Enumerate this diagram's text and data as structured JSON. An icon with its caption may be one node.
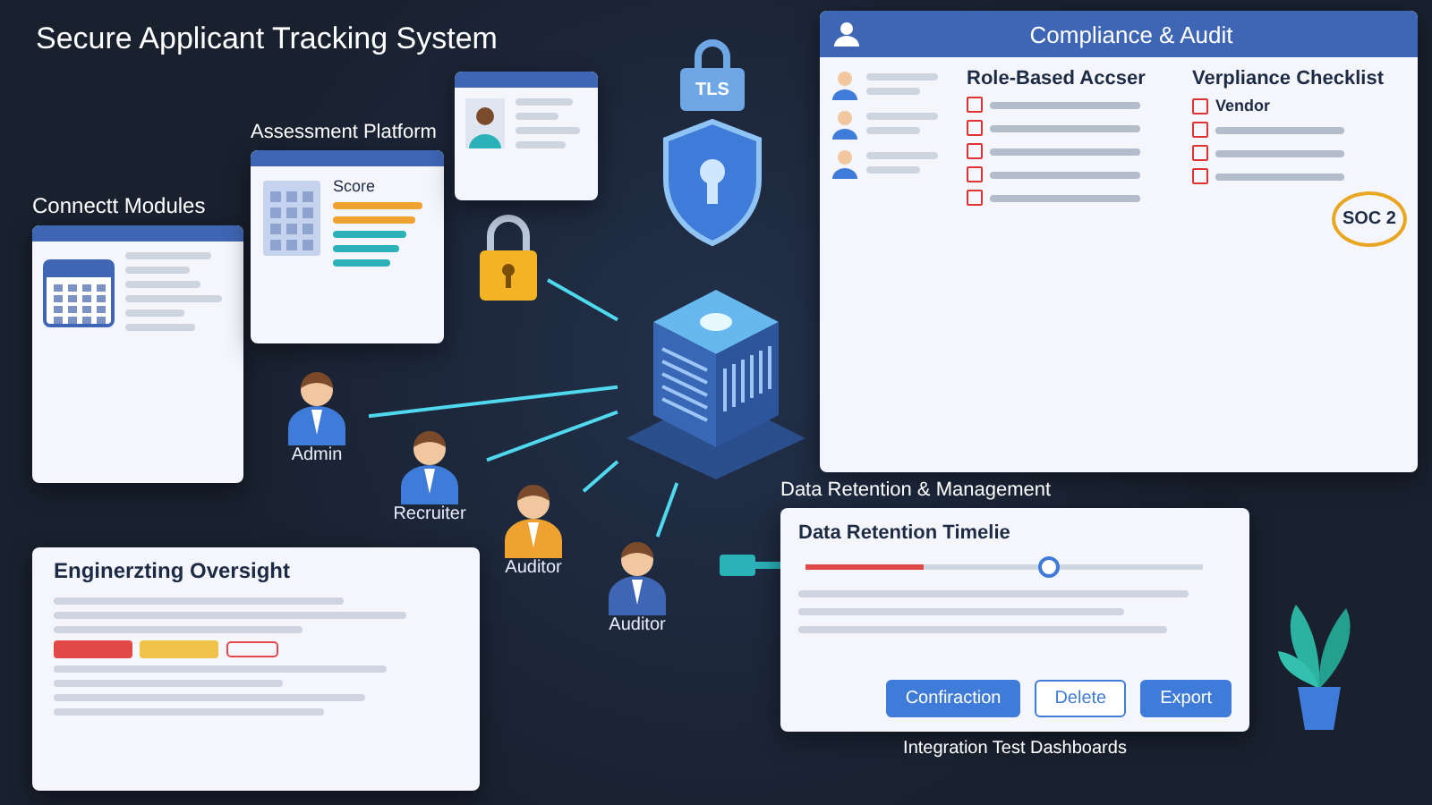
{
  "diagram": {
    "title": "Secure Applicant Tracking System",
    "nodes": [
      {
        "text": [],
        "shape": "picture"
      },
      {
        "text": [],
        "shape": "picture"
      },
      {
        "text": [
          "Admin"
        ]
      },
      {
        "text": [
          "Recruiter"
        ]
      },
      {
        "text": [
          "Auditor"
        ]
      },
      {
        "text": [
          "Auditor"
        ]
      },
      {
        "text": [
          "Connectt Modules"
        ]
      },
      {
        "text": [
          "Assessment Platform",
          "Score"
        ]
      },
      {
        "text": [],
        "shape": "box"
      },
      {
        "text": [
          "Compliance & Audit",
          "Role-Based Accser",
          "Verpliance Checklist",
          "Vendor",
          "SOC 2"
        ]
      },
      {
        "text": [
          "Enginerzting Oversight"
        ]
      },
      {
        "text": [
          "Data Retention & Management",
          "Data Retention Timelie",
          "Confiraction",
          "Delete",
          "Export"
        ],
        "beside": [
          "Integration Test Dashboards"
        ]
      }
    ],
    "edges": [
      {
        "from": 0,
        "to": 1,
        "arrow": "none"
      },
      {
        "from": 0,
        "to": 2,
        "arrow": "none"
      },
      {
        "from": 0,
        "to": 3,
        "arrow": "none"
      },
      {
        "from": 0,
        "to": 4,
        "arrow": "none"
      },
      {
        "from": 0,
        "to": 5,
        "arrow": "none"
      }
    ],
    "labels": [
      "TLS"
    ]
  }
}
